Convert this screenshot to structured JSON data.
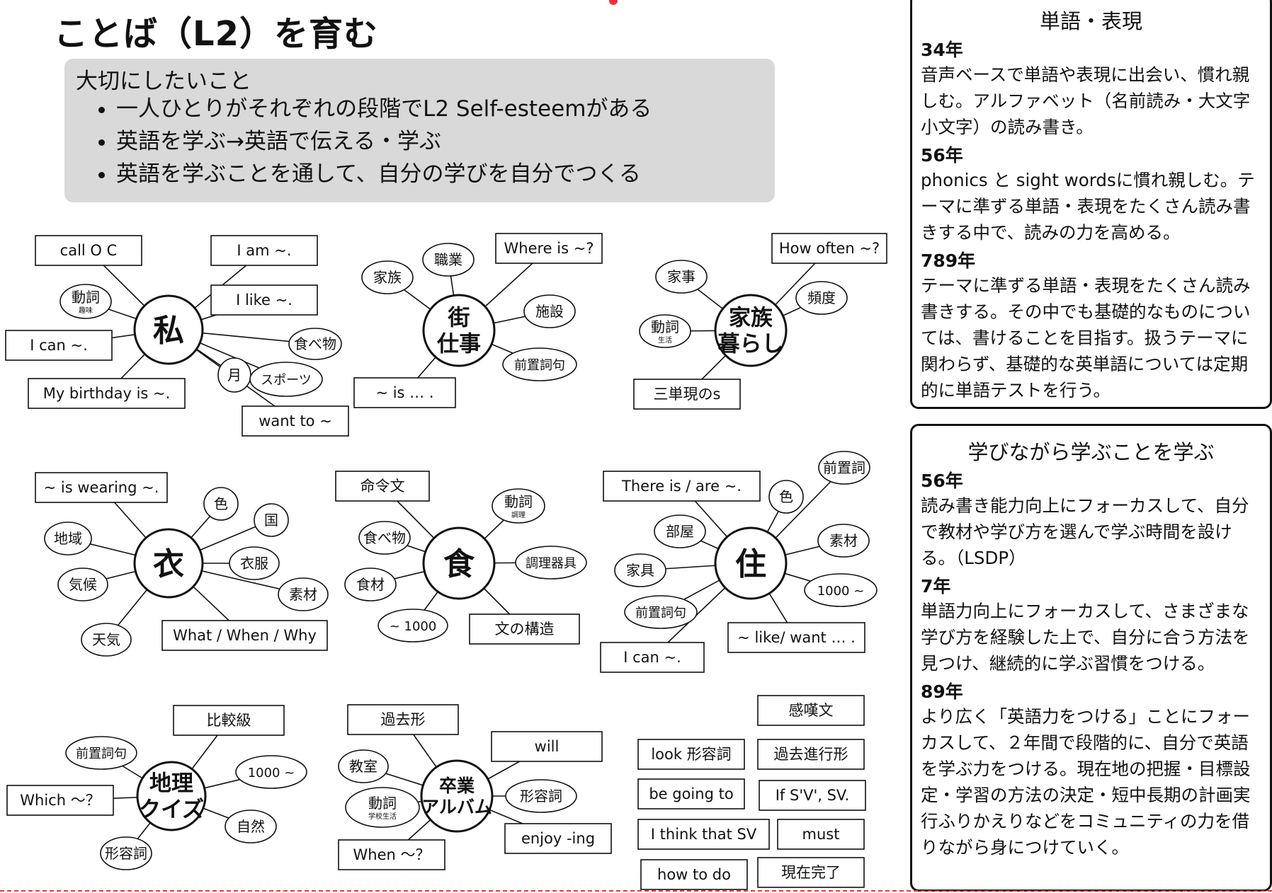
{
  "title": "ことば（L2）を育む",
  "important": {
    "heading": "大切にしたいこと",
    "bullets": [
      "一人ひとりがそれぞれの段階でL2 Self-esteemがある",
      "英語を学ぶ→英語で伝える・学ぶ",
      "英語を学ぶことを通して、自分の学びを自分でつくる"
    ]
  },
  "mindmaps": [
    {
      "center": {
        "lines": [
          "私"
        ]
      },
      "items": [
        {
          "kind": "rect",
          "text": "call O C"
        },
        {
          "kind": "rect",
          "text": "I am ~."
        },
        {
          "kind": "rect",
          "text": "I like ~."
        },
        {
          "kind": "oval",
          "text": "動詞",
          "sub": "趣味"
        },
        {
          "kind": "rect",
          "text": "I can ~."
        },
        {
          "kind": "oval",
          "text": "食べ物"
        },
        {
          "kind": "oval",
          "text": "月"
        },
        {
          "kind": "oval",
          "text": "スポーツ"
        },
        {
          "kind": "rect",
          "text": "My birthday is ~."
        },
        {
          "kind": "rect",
          "text": "want to ~"
        }
      ]
    },
    {
      "center": {
        "lines": [
          "街",
          "仕事"
        ]
      },
      "items": [
        {
          "kind": "oval",
          "text": "職業"
        },
        {
          "kind": "oval",
          "text": "家族"
        },
        {
          "kind": "rect",
          "text": "Where is ~?"
        },
        {
          "kind": "oval",
          "text": "施設"
        },
        {
          "kind": "oval",
          "text": "前置詞句"
        },
        {
          "kind": "rect",
          "text": "~ is … ."
        }
      ]
    },
    {
      "center": {
        "lines": [
          "家族",
          "暮らし"
        ]
      },
      "items": [
        {
          "kind": "oval",
          "text": "家事"
        },
        {
          "kind": "rect",
          "text": "How often ~?"
        },
        {
          "kind": "oval",
          "text": "頻度"
        },
        {
          "kind": "oval",
          "text": "動詞",
          "sub": "生活"
        },
        {
          "kind": "rect",
          "text": "三単現のs"
        }
      ]
    },
    {
      "center": {
        "lines": [
          "衣"
        ]
      },
      "items": [
        {
          "kind": "rect",
          "text": "~ is wearing ~."
        },
        {
          "kind": "oval",
          "text": "色"
        },
        {
          "kind": "oval",
          "text": "国"
        },
        {
          "kind": "oval",
          "text": "地域"
        },
        {
          "kind": "oval",
          "text": "衣服"
        },
        {
          "kind": "oval",
          "text": "気候"
        },
        {
          "kind": "oval",
          "text": "素材"
        },
        {
          "kind": "oval",
          "text": "天気"
        },
        {
          "kind": "rect",
          "text": "What / When / Why"
        }
      ]
    },
    {
      "center": {
        "lines": [
          "食"
        ]
      },
      "items": [
        {
          "kind": "rect",
          "text": "命令文"
        },
        {
          "kind": "oval",
          "text": "動詞",
          "sub": "調理"
        },
        {
          "kind": "oval",
          "text": "食べ物"
        },
        {
          "kind": "oval",
          "text": "調理器具"
        },
        {
          "kind": "oval",
          "text": "食材"
        },
        {
          "kind": "oval",
          "text": "~ 1000"
        },
        {
          "kind": "rect",
          "text": "文の構造"
        }
      ]
    },
    {
      "center": {
        "lines": [
          "住"
        ]
      },
      "items": [
        {
          "kind": "rect",
          "text": "There is / are ~."
        },
        {
          "kind": "oval",
          "text": "前置詞"
        },
        {
          "kind": "oval",
          "text": "色"
        },
        {
          "kind": "oval",
          "text": "部屋"
        },
        {
          "kind": "oval",
          "text": "素材"
        },
        {
          "kind": "oval",
          "text": "家具"
        },
        {
          "kind": "oval",
          "text": "1000 ~"
        },
        {
          "kind": "oval",
          "text": "前置詞句"
        },
        {
          "kind": "rect",
          "text": "~ like/ want … ."
        },
        {
          "kind": "rect",
          "text": "I can ~."
        }
      ]
    },
    {
      "center": {
        "lines": [
          "地理",
          "クイズ"
        ]
      },
      "items": [
        {
          "kind": "rect",
          "text": "比較級"
        },
        {
          "kind": "oval",
          "text": "前置詞句"
        },
        {
          "kind": "oval",
          "text": "1000 ~"
        },
        {
          "kind": "rect",
          "text": "Which ～？"
        },
        {
          "kind": "oval",
          "text": "自然"
        },
        {
          "kind": "oval",
          "text": "形容詞"
        }
      ]
    },
    {
      "center": {
        "lines": [
          "卒業",
          "アルバム"
        ]
      },
      "items": [
        {
          "kind": "rect",
          "text": "過去形"
        },
        {
          "kind": "rect",
          "text": "will"
        },
        {
          "kind": "oval",
          "text": "教室"
        },
        {
          "kind": "oval",
          "text": "形容詞"
        },
        {
          "kind": "oval",
          "text": "動詞",
          "sub": "学校生活"
        },
        {
          "kind": "rect",
          "text": "enjoy -ing"
        },
        {
          "kind": "rect",
          "text": "When ～？"
        }
      ]
    }
  ],
  "grammar_boxes": [
    "感嘆文",
    "look 形容詞",
    "過去進行形",
    "be going to",
    "If S'V', SV.",
    "I think that SV",
    "must",
    "how to do",
    "現在完了"
  ],
  "panel1": {
    "title": "単語・表現",
    "sections": [
      {
        "grade": "34年",
        "text": "音声ベースで単語や表現に出会い、慣れ親しむ。アルファベット（名前読み・大文字小文字）の読み書き。"
      },
      {
        "grade": "56年",
        "text": "phonics と sight wordsに慣れ親しむ。テーマに準ずる単語・表現をたくさん読み書きする中で、読みの力を高める。"
      },
      {
        "grade": "789年",
        "text": "テーマに準ずる単語・表現をたくさん読み書きする。その中でも基礎的なものについては、書けることを目指す。扱うテーマに関わらず、基礎的な英単語については定期的に単語テストを行う。"
      }
    ]
  },
  "panel2": {
    "title": "学びながら学ぶことを学ぶ",
    "sections": [
      {
        "grade": "56年",
        "text": "読み書き能力向上にフォーカスして、自分で教材や学び方を選んで学ぶ時間を設ける。（LSDP）"
      },
      {
        "grade": "7年",
        "text": "単語力向上にフォーカスして、さまざまな学び方を経験した上で、自分に合う方法を見つけ、継続的に学ぶ習慣をつける。"
      },
      {
        "grade": "89年",
        "text": "より広く「英語力をつける」ことにフォーカスして、２年間で段階的に、自分で英語を学ぶ力をつける。現在地の把握・目標設定・学習の方法の決定・短中長期の計画実行ふりかえりなどをコミュニティの力を借りながら身につけていく。"
      }
    ]
  }
}
